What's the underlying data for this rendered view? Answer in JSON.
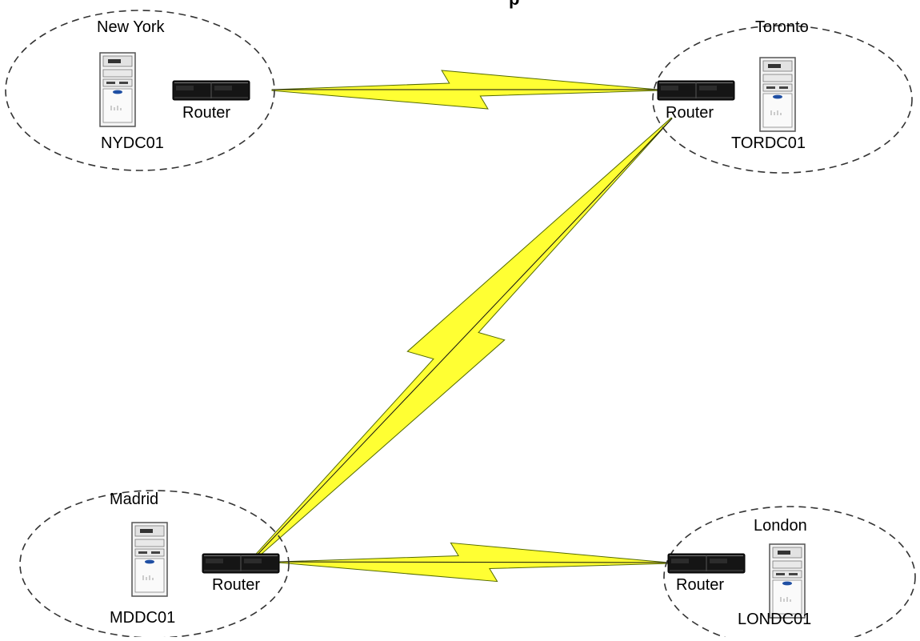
{
  "header_partial": "p",
  "colors": {
    "link": "#ffff33",
    "link_outline": "#556b00",
    "boundary": "#333333"
  },
  "sites": [
    {
      "site": "New York",
      "server": "NYDC01",
      "router": "Router",
      "icon": "server-tower-icon"
    },
    {
      "site": "Toronto",
      "server": "TORDC01",
      "router": "Router",
      "icon": "server-tower-icon"
    },
    {
      "site": "Madrid",
      "server": "MDDC01",
      "router": "Router",
      "icon": "server-tower-icon"
    },
    {
      "site": "London",
      "server": "LONDC01",
      "router": "Router",
      "icon": "server-tower-icon"
    }
  ],
  "links": [
    {
      "from": "New York",
      "to": "Toronto"
    },
    {
      "from": "Toronto",
      "to": "Madrid"
    },
    {
      "from": "Madrid",
      "to": "London"
    }
  ]
}
